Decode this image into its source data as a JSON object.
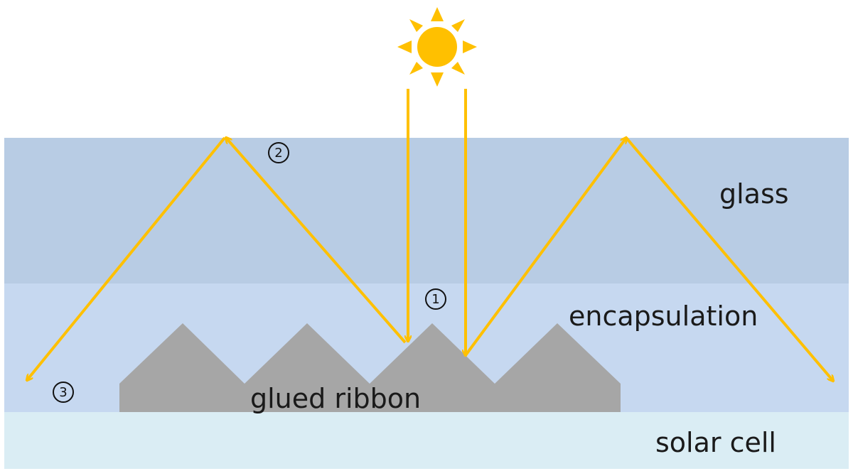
{
  "layers": {
    "glass": "glass",
    "encapsulation": "encapsulation",
    "ribbon": "glued ribbon",
    "cell": "solar cell"
  },
  "markers": {
    "m1": "1",
    "m2": "2",
    "m3": "3"
  },
  "colors": {
    "glass": "#b8cce4",
    "encapsulation": "#c6d8f0",
    "cell": "#daedf4",
    "ribbon": "#a6a6a6",
    "light": "#ffc000"
  },
  "icons": {
    "sun": "sun-icon"
  }
}
